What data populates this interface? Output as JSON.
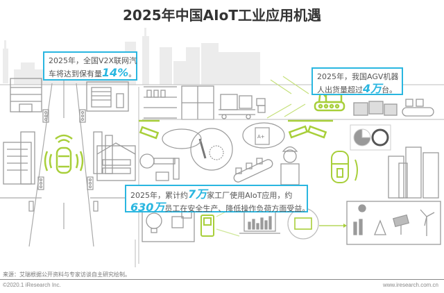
{
  "title": "2025年中国AIoT工业应用机遇",
  "callouts": {
    "v2x": {
      "line1": "2025年，全国V2X联网汽",
      "line2_prefix": "车将达到保有量",
      "highlight": "14%",
      "line2_suffix": "。"
    },
    "agv": {
      "line1": "2025年，我国AGV机器",
      "line2_prefix": "人出货量超过",
      "highlight": "4万",
      "line2_suffix": "台。"
    },
    "aiot": {
      "line1_prefix": "2025年，累计约",
      "highlight1": "7万",
      "line1_suffix": "家工厂使用AIoT应用，约",
      "highlight2": "630万",
      "line2_suffix": "员工在安全生产、降低操作负荷方面受益。"
    }
  },
  "illustration": {
    "scenes": [
      "city-skyline",
      "road-with-connected-car",
      "traffic-lights",
      "warehouse-shelves",
      "cart",
      "surveillance-cameras",
      "wrench-gear",
      "quality-certificate",
      "worker-with-helmet",
      "conveyor-belt",
      "agv-robot",
      "charts-panel",
      "server-racks",
      "smart-meter",
      "laptop-chart",
      "circuit-board",
      "power-generation"
    ],
    "colors": {
      "accent_green": "#a8cf3a",
      "line_gray": "#9a9a9a",
      "callout_blue": "#29b6e0",
      "skyline": "#ececec"
    }
  },
  "footer": {
    "source": "来源：艾瑞根据公开资料与专家访谈自主研究绘制。",
    "copyright": "©2020.1 iResearch Inc.",
    "website": "www.iresearch.com.cn"
  }
}
